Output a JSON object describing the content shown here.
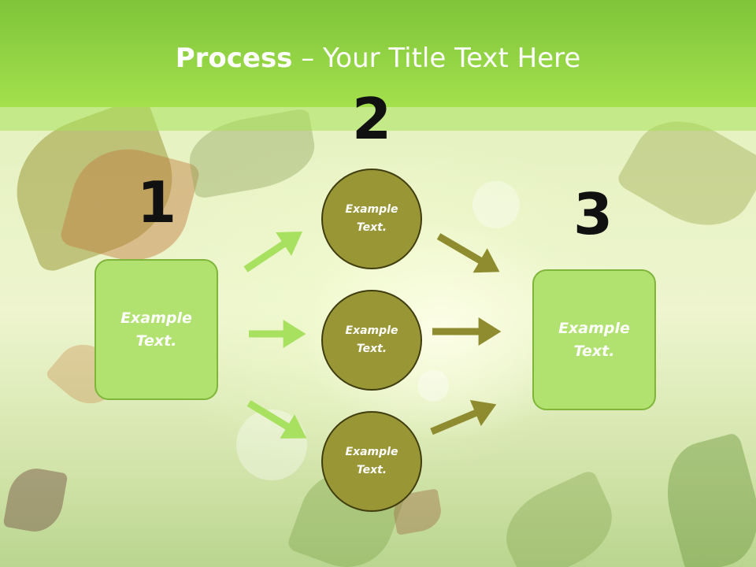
{
  "title": {
    "bold": "Process",
    "rest": " – Your Title Text Here"
  },
  "steps": [
    {
      "number": "1",
      "label": "Example\nText."
    },
    {
      "number": "2"
    },
    {
      "number": "3",
      "label": "Example\nText."
    }
  ],
  "circles": [
    {
      "label": "Example\nText."
    },
    {
      "label": "Example\nText."
    },
    {
      "label": "Example\nText."
    }
  ],
  "colors": {
    "title_bar": "#8fd143",
    "box_fill": "#b1e26f",
    "circle_fill": "#999636",
    "arrow_light": "#a8e060",
    "arrow_dark": "#8f8c30"
  }
}
